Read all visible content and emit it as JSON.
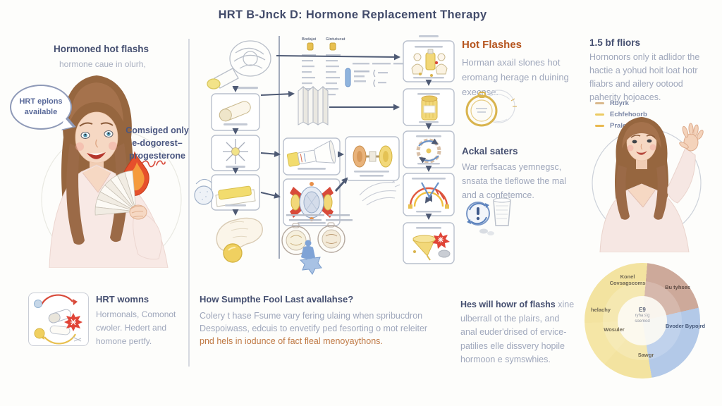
{
  "title": "HRT B-Jnck D: Hormone Replacement Therapy",
  "colors": {
    "page_background": "#fdfdfb",
    "heading_blue": "#454f70",
    "body_grey": "#9fa7bb",
    "accent_orange": "#b5541d",
    "accent_orange_text": "#c07a45",
    "accent_red": "#e04538",
    "pill_yellow": "#f2d879",
    "flow_blue": "#8fb4dd",
    "pie_yellow": "#f3e3a0",
    "pie_brown": "#cda99a",
    "pie_blue": "#b3c9e8"
  },
  "left_panel": {
    "heading": "Hormoned hot flashs",
    "subheading": "hormone caue in olurh,",
    "bubble_line1": "HRT eplons",
    "bubble_line2": "available",
    "note_lines": [
      "Comsiged only",
      "e-dogorest–",
      "progesterone"
    ],
    "bottom": {
      "heading": "HRT womns",
      "lines": [
        "Hormonals, Comonot",
        "cwoler. Hedert and",
        "homone pertfy."
      ]
    }
  },
  "flowchart": {
    "list_headers": [
      "Bodajat",
      "Gintutucat"
    ]
  },
  "sections": {
    "hot_flashes": {
      "heading": "Hot Flashes",
      "lines": [
        "Horman axail slones hot",
        "eromang herage n duining",
        "execnse."
      ]
    },
    "actual_waters": {
      "heading": "Ackal saters",
      "lines": [
        "War rerfsacas yemnegsc,",
        "snsata the tleflowe the mal",
        "and a confetemce."
      ]
    },
    "how_long": {
      "heading": "How Sumpthe Fool Last avallahse?",
      "line1": "Colery t hase Fsume vary fering ulaing when spribucdron",
      "line2": "Despoiwass, edcuis to envetify ped fesorting o mot releiter",
      "accent": "pnd hels in iodunce of fact fleal menoyaythons."
    },
    "flash_hours": {
      "lead": "Hes will howr of flashs",
      "rest": " xine ulberrall ot the plairs, and anal euder'drised of ervice-patilies elle dissvery hopile hormoon e symswhies."
    },
    "filters": {
      "heading": "1.5 bf fliors",
      "body": "Hornonors only it adlidor the hactie a yohud hoit loat hotr fliabrs and ailery ootood paherity hojoaces.",
      "legend": [
        {
          "label": "Rbyrk",
          "color": "#d9b98c"
        },
        {
          "label": "Echfehoorb",
          "color": "#eccb62"
        },
        {
          "label": "Pralers",
          "color": "#e9b94f"
        }
      ]
    }
  },
  "chart_data": {
    "type": "pie",
    "title": "",
    "legend_position": "none",
    "start_angle_deg": 311,
    "center_label": "E9",
    "center_sublines": [
      "ryha s'g",
      "soemod"
    ],
    "slices": [
      {
        "label": "Konel Covsagscoms",
        "value": 15,
        "color": "#f3e3a0"
      },
      {
        "label": "Bu tyhses",
        "value": 20,
        "color": "#cda99a"
      },
      {
        "label": "Bvoder Bypojrd",
        "value": 26,
        "color": "#b3c9e8"
      },
      {
        "label": "Sawgr",
        "value": 14,
        "color": "#f3e3a0"
      },
      {
        "label": "Wosuler",
        "value": 13,
        "color": "#f5e6a6"
      },
      {
        "label": "helachy",
        "value": 12,
        "color": "#f3e3a0"
      }
    ]
  }
}
